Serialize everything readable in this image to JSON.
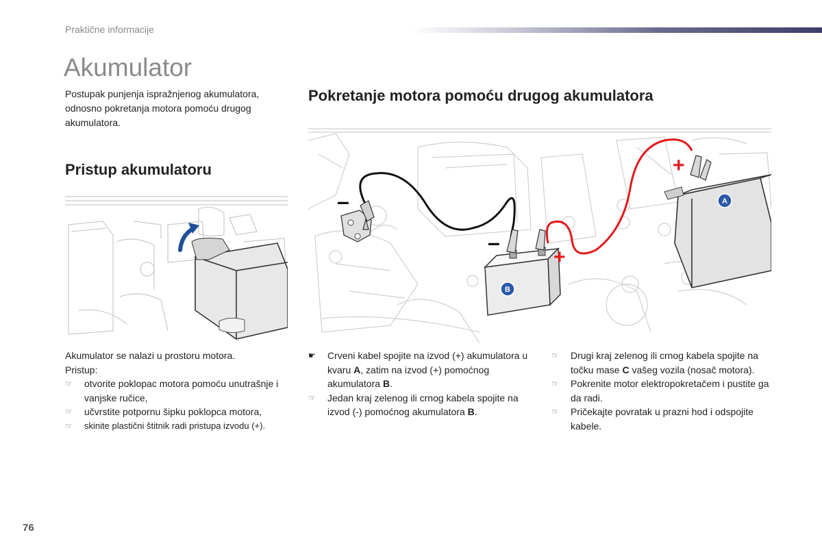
{
  "header": {
    "section": "Praktične informacije"
  },
  "title": "Akumulator",
  "intro": "Postupak punjenja ispražnjenog akumulatora, odnosno pokretanja motora pomoću drugog akumulatora.",
  "left": {
    "heading": "Pristup akumulatoru",
    "para1": "Akumulator se nalazi u prostoru motora.",
    "para2": "Pristup:",
    "bullet_icon": "pointing-hand-icon",
    "items": [
      "otvorite poklopac motora pomoću unutrašnje i vanjske ručice,",
      "učvrstite potpornu šipku poklopca motora,",
      "skinite plastični štitnik radi pristupa izvodu (+)."
    ]
  },
  "right": {
    "heading": "Pokretanje motora pomoću drugog akumulatora",
    "figure": {
      "label_a": "A",
      "label_b": "B",
      "plus": "+",
      "minus": "–"
    },
    "col1": [
      {
        "t1": "Crveni kabel spojite na izvod (+) akumulatora u kvaru ",
        "b1": "A",
        "t2": ", zatim na izvod (+) pomoćnog akumulatora ",
        "b2": "B",
        "t3": "."
      },
      {
        "t1": "Jedan kraj zelenog ili crnog kabela spojite na izvod (-) pomoćnog akumulatora ",
        "b1": "B",
        "t2": ".",
        "b2": "",
        "t3": ""
      }
    ],
    "col2": [
      {
        "t1": "Drugi kraj zelenog ili crnog kabela spojite na točku mase ",
        "b1": "C",
        "t2": " vašeg vozila (nosač motora).",
        "b2": "",
        "t3": ""
      },
      {
        "t1": "Pokrenite motor elektropokretačem i pustite ga da radi.",
        "b1": "",
        "t2": "",
        "b2": "",
        "t3": ""
      },
      {
        "t1": "Pričekajte povratak u prazni hod i odspojite kabele.",
        "b1": "",
        "t2": "",
        "b2": "",
        "t3": ""
      }
    ]
  },
  "page_number": "76",
  "colors": {
    "accent": "#3e3e6a",
    "cable_red": "#e3191c",
    "cable_black": "#111111",
    "label_blue": "#2c5aa8"
  }
}
